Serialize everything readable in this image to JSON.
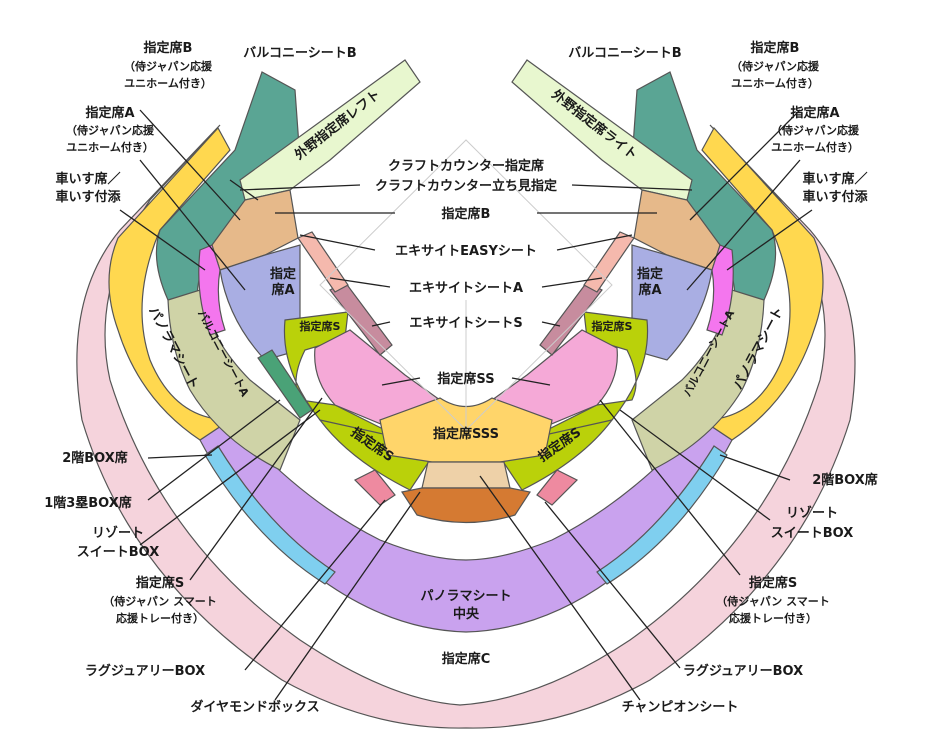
{
  "colors": {
    "pink": "#f5d3dc",
    "purple": "#c9a2ee",
    "blue": "#7fcfef",
    "yellow": "#ffd84f",
    "teal": "#5aa594",
    "olive": "#cfd3a7",
    "lightgreen": "#e8f7cf",
    "tan": "#e6b98a",
    "lavender": "#a9aee3",
    "magenta": "#f476ee",
    "lime": "#bad10a",
    "rose": "#f5a9d7",
    "gold": "#ffd56a",
    "beige": "#eed1a8",
    "orange": "#d57a32",
    "salmon": "#ee8aa0",
    "mauve": "#c78c9e",
    "green": "#4aa277"
  },
  "sections": {
    "panorama_center": [
      "パノラマシート",
      "中央"
    ],
    "shitei_c": "指定席C",
    "panorama": "パノラマシート",
    "balcony_a": "バルコニーシートA",
    "gaiya_left": "外野指定席レフト",
    "gaiya_right": "外野指定席ライト",
    "seat_a": [
      "指定",
      "席A"
    ],
    "seat_s": "指定席S",
    "seat_s_lower": "指定席S",
    "seat_ss": "指定席SS",
    "seat_sss": "指定席SSS"
  },
  "callouts": {
    "left": {
      "balcony_b": "バルコニーシートB",
      "seat_b": [
        "指定席B",
        "（侍ジャパン応援",
        "ユニホーム付き）"
      ],
      "seat_a": [
        "指定席A",
        "（侍ジャパン応援",
        "ユニホーム付き）"
      ],
      "wheelchair": [
        "車いす席／",
        "車いす付添"
      ],
      "box2": "2階BOX席",
      "box1": "1階3塁BOX席",
      "resort": [
        "リゾート",
        "スイートBOX"
      ],
      "seat_s_tray": [
        "指定席S",
        "（侍ジャパン スマート",
        "応援トレー付き）"
      ],
      "luxury": "ラグジュアリーBOX",
      "diamond": "ダイヤモンドボックス"
    },
    "right": {
      "balcony_b": "バルコニーシートB",
      "seat_b": [
        "指定席B",
        "（侍ジャパン応援",
        "ユニホーム付き）"
      ],
      "seat_a": [
        "指定席A",
        "（侍ジャパン応援",
        "ユニホーム付き）"
      ],
      "wheelchair": [
        "車いす席／",
        "車いす付添"
      ],
      "box2": "2階BOX席",
      "resort": [
        "リゾート",
        "スイートBOX"
      ],
      "seat_s_tray": [
        "指定席S",
        "（侍ジャパン スマート",
        "応援トレー付き）"
      ],
      "luxury": "ラグジュアリーBOX",
      "champion": "チャンピオンシート"
    },
    "center": {
      "craft": [
        "クラフトカウンター指定席",
        "クラフトカウンター立ち見指定"
      ],
      "seat_b": "指定席B",
      "excite_easy": "エキサイトEASYシート",
      "excite_a": "エキサイトシートA",
      "excite_s": "エキサイトシートS",
      "seat_ss": "指定席SS"
    }
  }
}
